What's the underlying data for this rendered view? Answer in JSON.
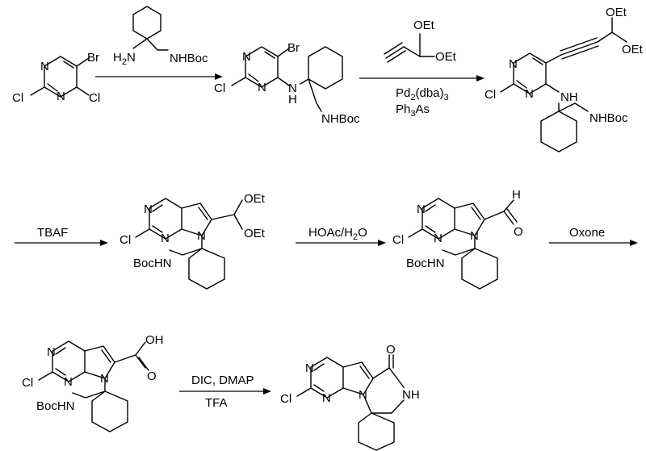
{
  "atoms": {
    "N": "N",
    "Cl": "Cl",
    "Br": "Br",
    "H": "H",
    "O": "O",
    "NH": "NH",
    "OEt": "OEt",
    "OH": "OH",
    "NHBoc": "NHBoc",
    "BocHN": "BocHN",
    "H2N_main": "H",
    "H2N_sub": "2",
    "H2N_tail": "N"
  },
  "conditions": {
    "step1_reagent": "H2N NHBoc",
    "step2_pd_main": "Pd",
    "step2_pd_sub": "2",
    "step2_pd_rest": "(dba)",
    "step2_pd_sub2": "3",
    "step2_ph_main": "Ph",
    "step2_ph_sub": "3",
    "step2_ph_rest": "As",
    "step3": "TBAF",
    "step4_main": "HOAc/H",
    "step4_sub": "2",
    "step4_rest": "O",
    "step5": "Oxone",
    "step6a": "DIC, DMAP",
    "step6b": "TFA"
  }
}
